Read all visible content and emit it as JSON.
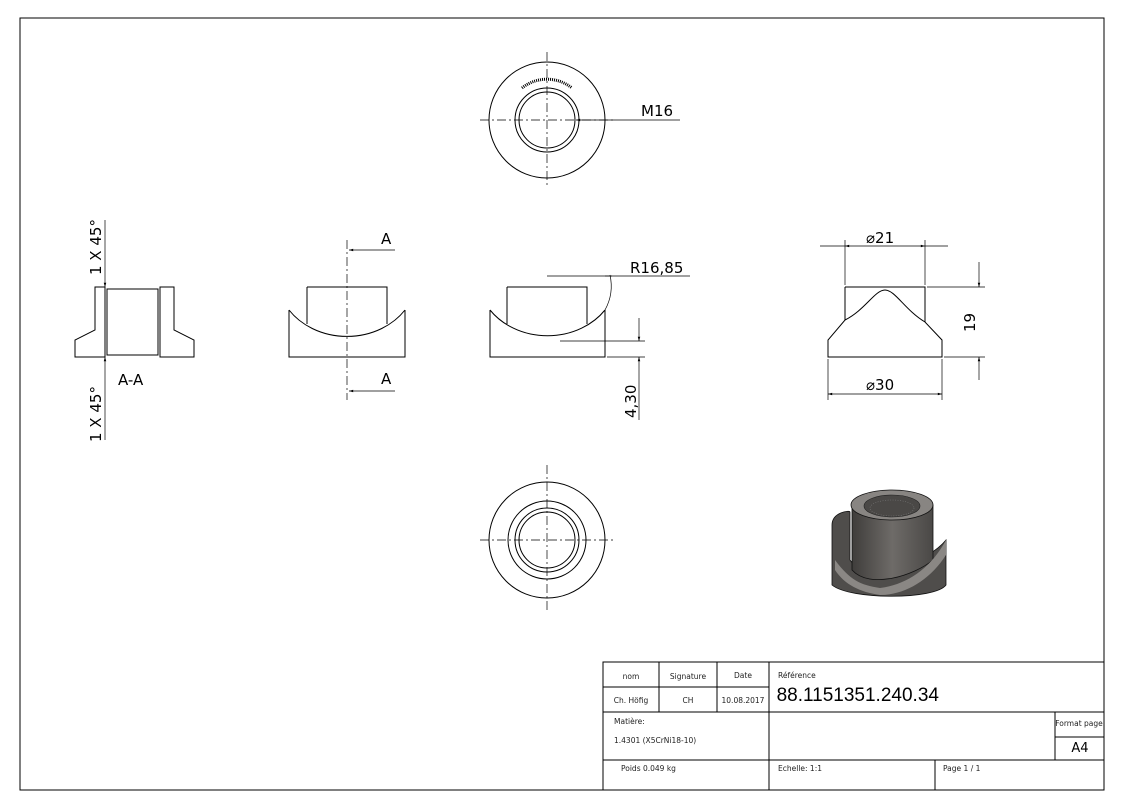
{
  "views": {
    "top_thread_label": "M16",
    "section_label": "A-A",
    "chamfer_top": "1 X 45°",
    "chamfer_bottom": "1 X 45°",
    "cut_label_top": "A",
    "cut_label_bottom": "A",
    "radius_label": "R16,85",
    "height_offset_label": "4,30",
    "inner_diameter_label": "21",
    "outer_diameter_label": "30",
    "height_label": "19",
    "diameter_symbol": "⌀"
  },
  "title_block": {
    "col_name": "nom",
    "col_signature": "Signature",
    "col_date": "Date",
    "name": "Ch. Höfig",
    "signature": "CH",
    "date": "10.08.2017",
    "reference_label": "Référence",
    "reference": " 88.1151351.240.34",
    "material_label": "Matière:",
    "material": "1.4301 (X5CrNi18-10)",
    "format_label": "Format page",
    "format": "A4",
    "weight": "Poids 0.049 kg",
    "scale": "Echelle: 1:1",
    "page": "Page 1 / 1"
  },
  "colors": {
    "line": "#000000",
    "render_body": "#5e5c59",
    "render_light": "#8a8784"
  }
}
